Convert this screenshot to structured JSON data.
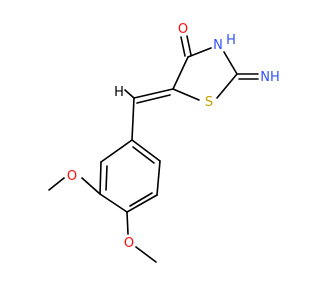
{
  "molecule": {
    "atoms": {
      "carbonyl_oxygen": "O",
      "ring_nitrogen": "N",
      "ring_nitrogen_h": "H",
      "ring_sulfur": "S",
      "imine_nitrogen": "NH",
      "hydrogen": "H",
      "methoxy_oxygen_1": "O",
      "methoxy_oxygen_2": "O"
    },
    "colors": {
      "bond": "#000000",
      "oxygen": "#ff0d0d",
      "nitrogen": "#3050f8",
      "sulfur": "#c6a000",
      "hydrogen": "#000000"
    }
  }
}
